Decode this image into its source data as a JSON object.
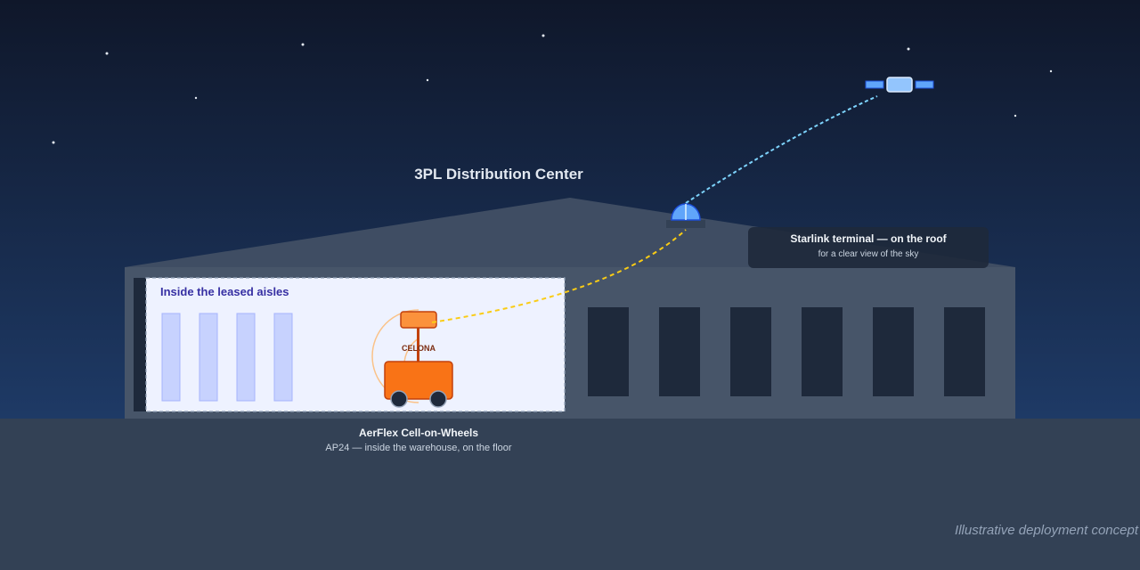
{
  "building": {
    "title": "3PL Distribution Center"
  },
  "leased_area": {
    "label": "Inside the leased aisles"
  },
  "cow": {
    "brand": "CELONA",
    "title": "AerFlex Cell-on-Wheels",
    "subtitle": "AP24 — inside the warehouse, on the floor"
  },
  "starlink": {
    "title": "Starlink terminal — on the roof",
    "subtitle": "for a clear view of the sky"
  },
  "footer": {
    "note": "Illustrative deployment concept"
  },
  "colors": {
    "sky_top": "#0f172a",
    "sky_bottom": "#1e3a66",
    "ground": "#334155",
    "building": "#475569",
    "roof": "#3f4d63",
    "dock_door": "#1e293b",
    "leased_fill": "#eef2ff",
    "leased_label": "#3730a3",
    "aisle_fill": "#c7d2fe",
    "cow_orange": "#f97316",
    "cow_dark": "#c2410c",
    "dish_blue": "#60a5fa",
    "satellite_link": "#7dd3fc",
    "cow_link": "#facc15"
  }
}
